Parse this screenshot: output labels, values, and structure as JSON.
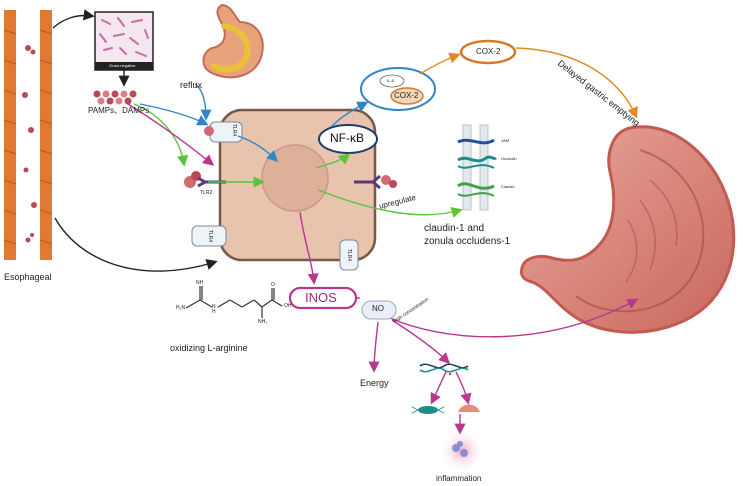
{
  "labels": {
    "gram_negative": "Gram-negative",
    "reflux": "reflux",
    "pamps_damps": "PAMPs、DAMPs",
    "tlr4_top": "TLR4",
    "tlr2": "TLR2",
    "tlr4_left": "TLR4",
    "tlr4_right": "TLR4",
    "nfkb": "NF-κB",
    "il6": "IL-6",
    "cox2_small": "COX-2",
    "cox2_top": "COX-2",
    "delayed_gastric_emptying": "Delayed gastric emptying",
    "jam": "JAM",
    "occludin": "Occludin",
    "claudin": "Claudin",
    "upregulate": "upregulate",
    "claudin_zonula_line1": "claudin-1 and",
    "claudin_zonula_line2": "zonula occludens-1",
    "esophageal": "Esophageal",
    "inos": "INOS",
    "no": "NO",
    "oxidizing_l_arginine": "oxidizing L-arginine",
    "energy": "Energy",
    "high_concentration": "High concentration",
    "inflammation": "inflammation"
  },
  "molecule": {
    "h2n_left": "H₂N",
    "nh_top": "NH",
    "n_h": "N",
    "h_below": "H",
    "o_top": "O",
    "oh": "OH",
    "nh2_bottom": "NH₂"
  },
  "colors": {
    "blue_arrow": "#2e86c8",
    "green_arrow": "#5cc33a",
    "magenta_arrow": "#b8378f",
    "orange_arrow": "#e08a1e",
    "cell_fill": "#e8c3ae",
    "cell_border": "#7a5846",
    "muscle": "#e07a33",
    "stomach": "#d9827a"
  }
}
